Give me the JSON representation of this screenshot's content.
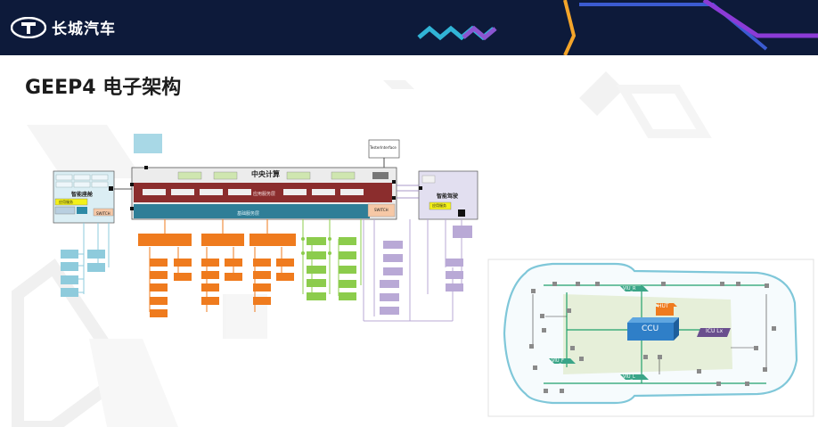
{
  "header": {
    "brand": "长城汽车"
  },
  "slide": {
    "title": "GEEP4 电子架构"
  },
  "diagram": {
    "central": "中央计算",
    "app_layer_center": "应用服务层",
    "infra_layer": "基础服务层",
    "switch_center": "SWITCH",
    "switch_left": "SWITCH",
    "tester": "TesterInterface",
    "left_domain": "智能座舱",
    "left_app": "应用服务",
    "right_domain": "智能驾驶",
    "right_app": "应用服务"
  },
  "vehicle": {
    "hut": "HUT",
    "ccu": "CCU",
    "icu": "ICU Lx",
    "viu_r": "VIU_R",
    "viu_f": "VIU_F",
    "viu_l": "VIU_L"
  },
  "colors": {
    "header": "#0d1a3a",
    "orange": "#ef7b1e",
    "green": "#8ccc4c",
    "lavender": "#b9a9d6",
    "blue": "#8ecbdc",
    "maroon": "#8b2d2d",
    "teal": "#2f7e97",
    "ccu": "#2f7fc8",
    "hut": "#ef7b1e",
    "icu": "#6a4f8e"
  }
}
